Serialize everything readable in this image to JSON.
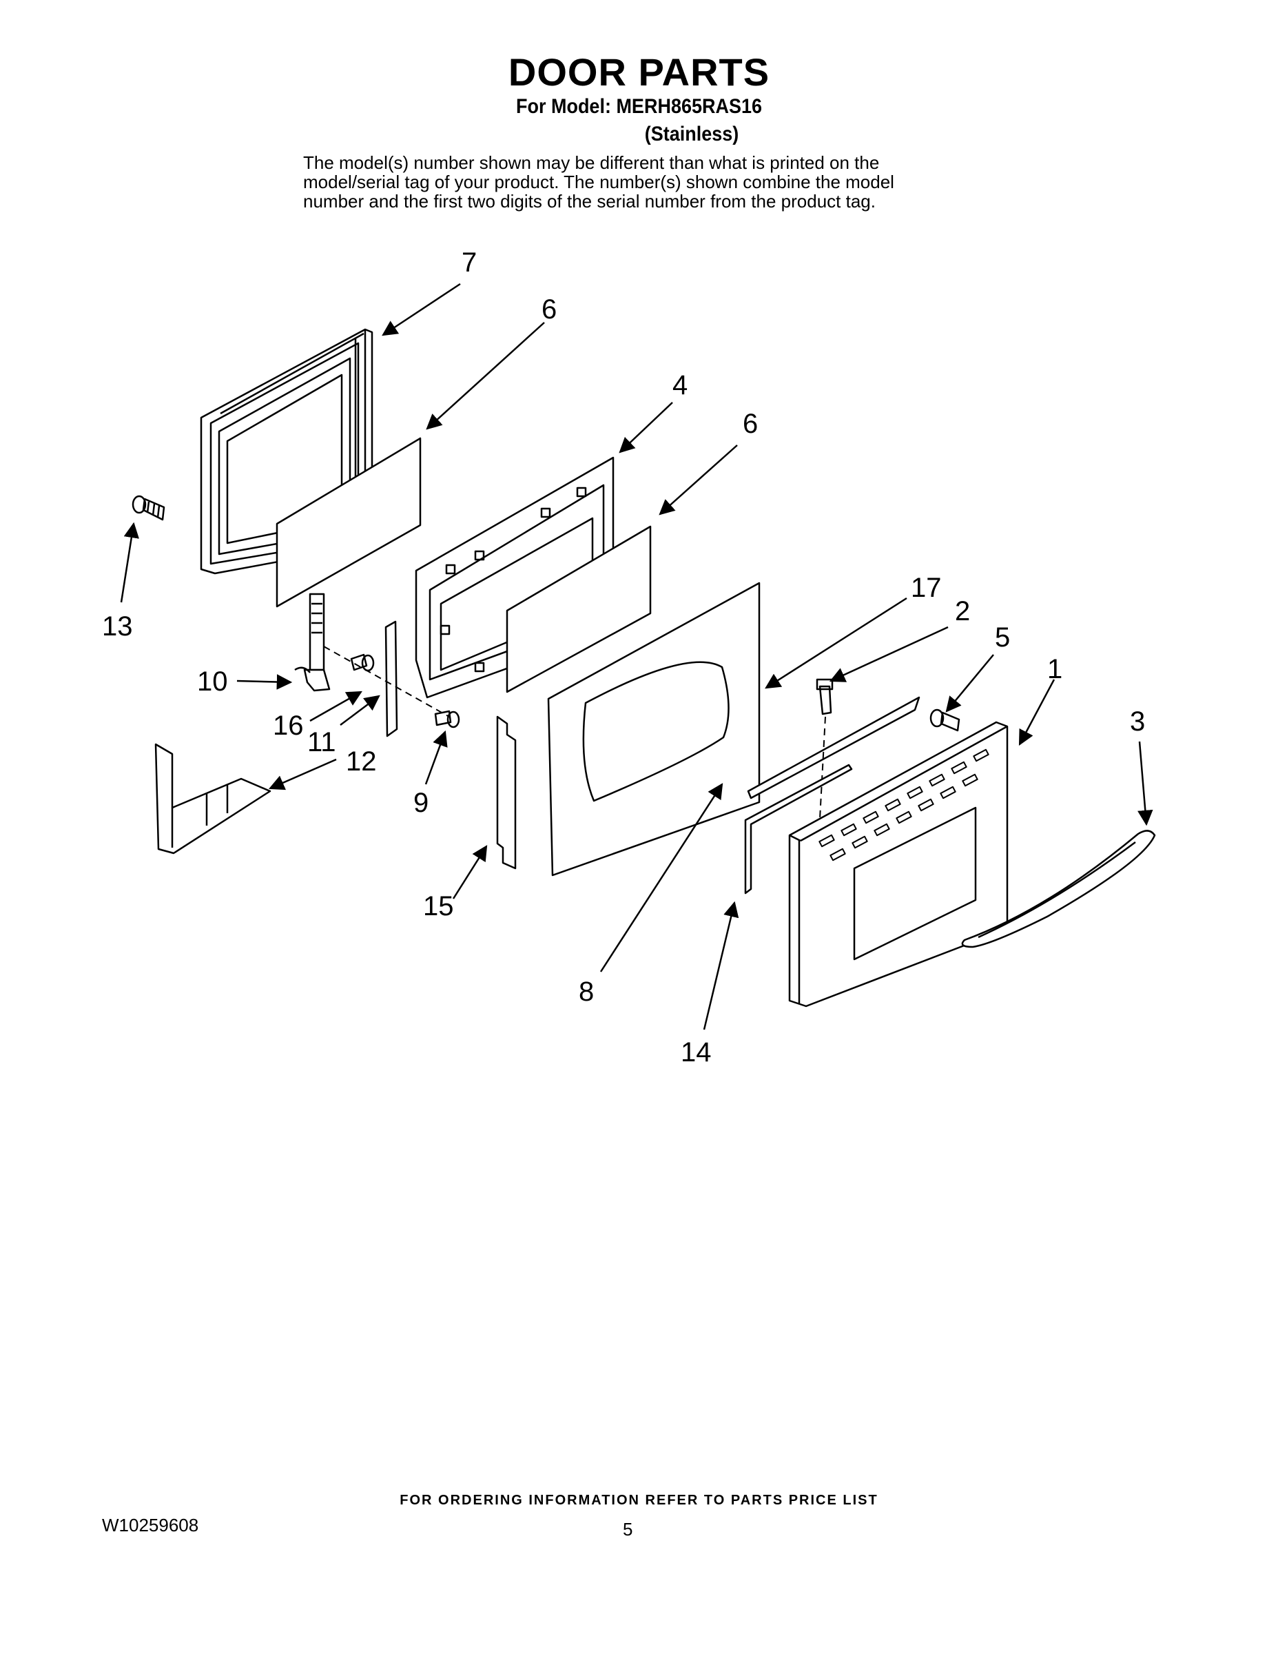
{
  "header": {
    "title": "DOOR PARTS",
    "model_line": "For Model: MERH865RAS16",
    "color": "(Stainless)",
    "notice": [
      "The model(s) number shown may be different than what is printed on the",
      "model/serial tag of your product. The number(s) shown combine the model",
      "number and the first two digits of the serial number from the product tag."
    ]
  },
  "callouts": {
    "c1": "1",
    "c2": "2",
    "c3": "3",
    "c4": "4",
    "c5": "5",
    "c6a": "6",
    "c6b": "6",
    "c7": "7",
    "c8": "8",
    "c9": "9",
    "c10": "10",
    "c11": "11",
    "c12": "12",
    "c13": "13",
    "c14": "14",
    "c15": "15",
    "c16": "16",
    "c17": "17"
  },
  "footer": {
    "ordering": "FOR ORDERING INFORMATION REFER TO PARTS PRICE LIST",
    "doc_number": "W10259608",
    "page": "5"
  }
}
